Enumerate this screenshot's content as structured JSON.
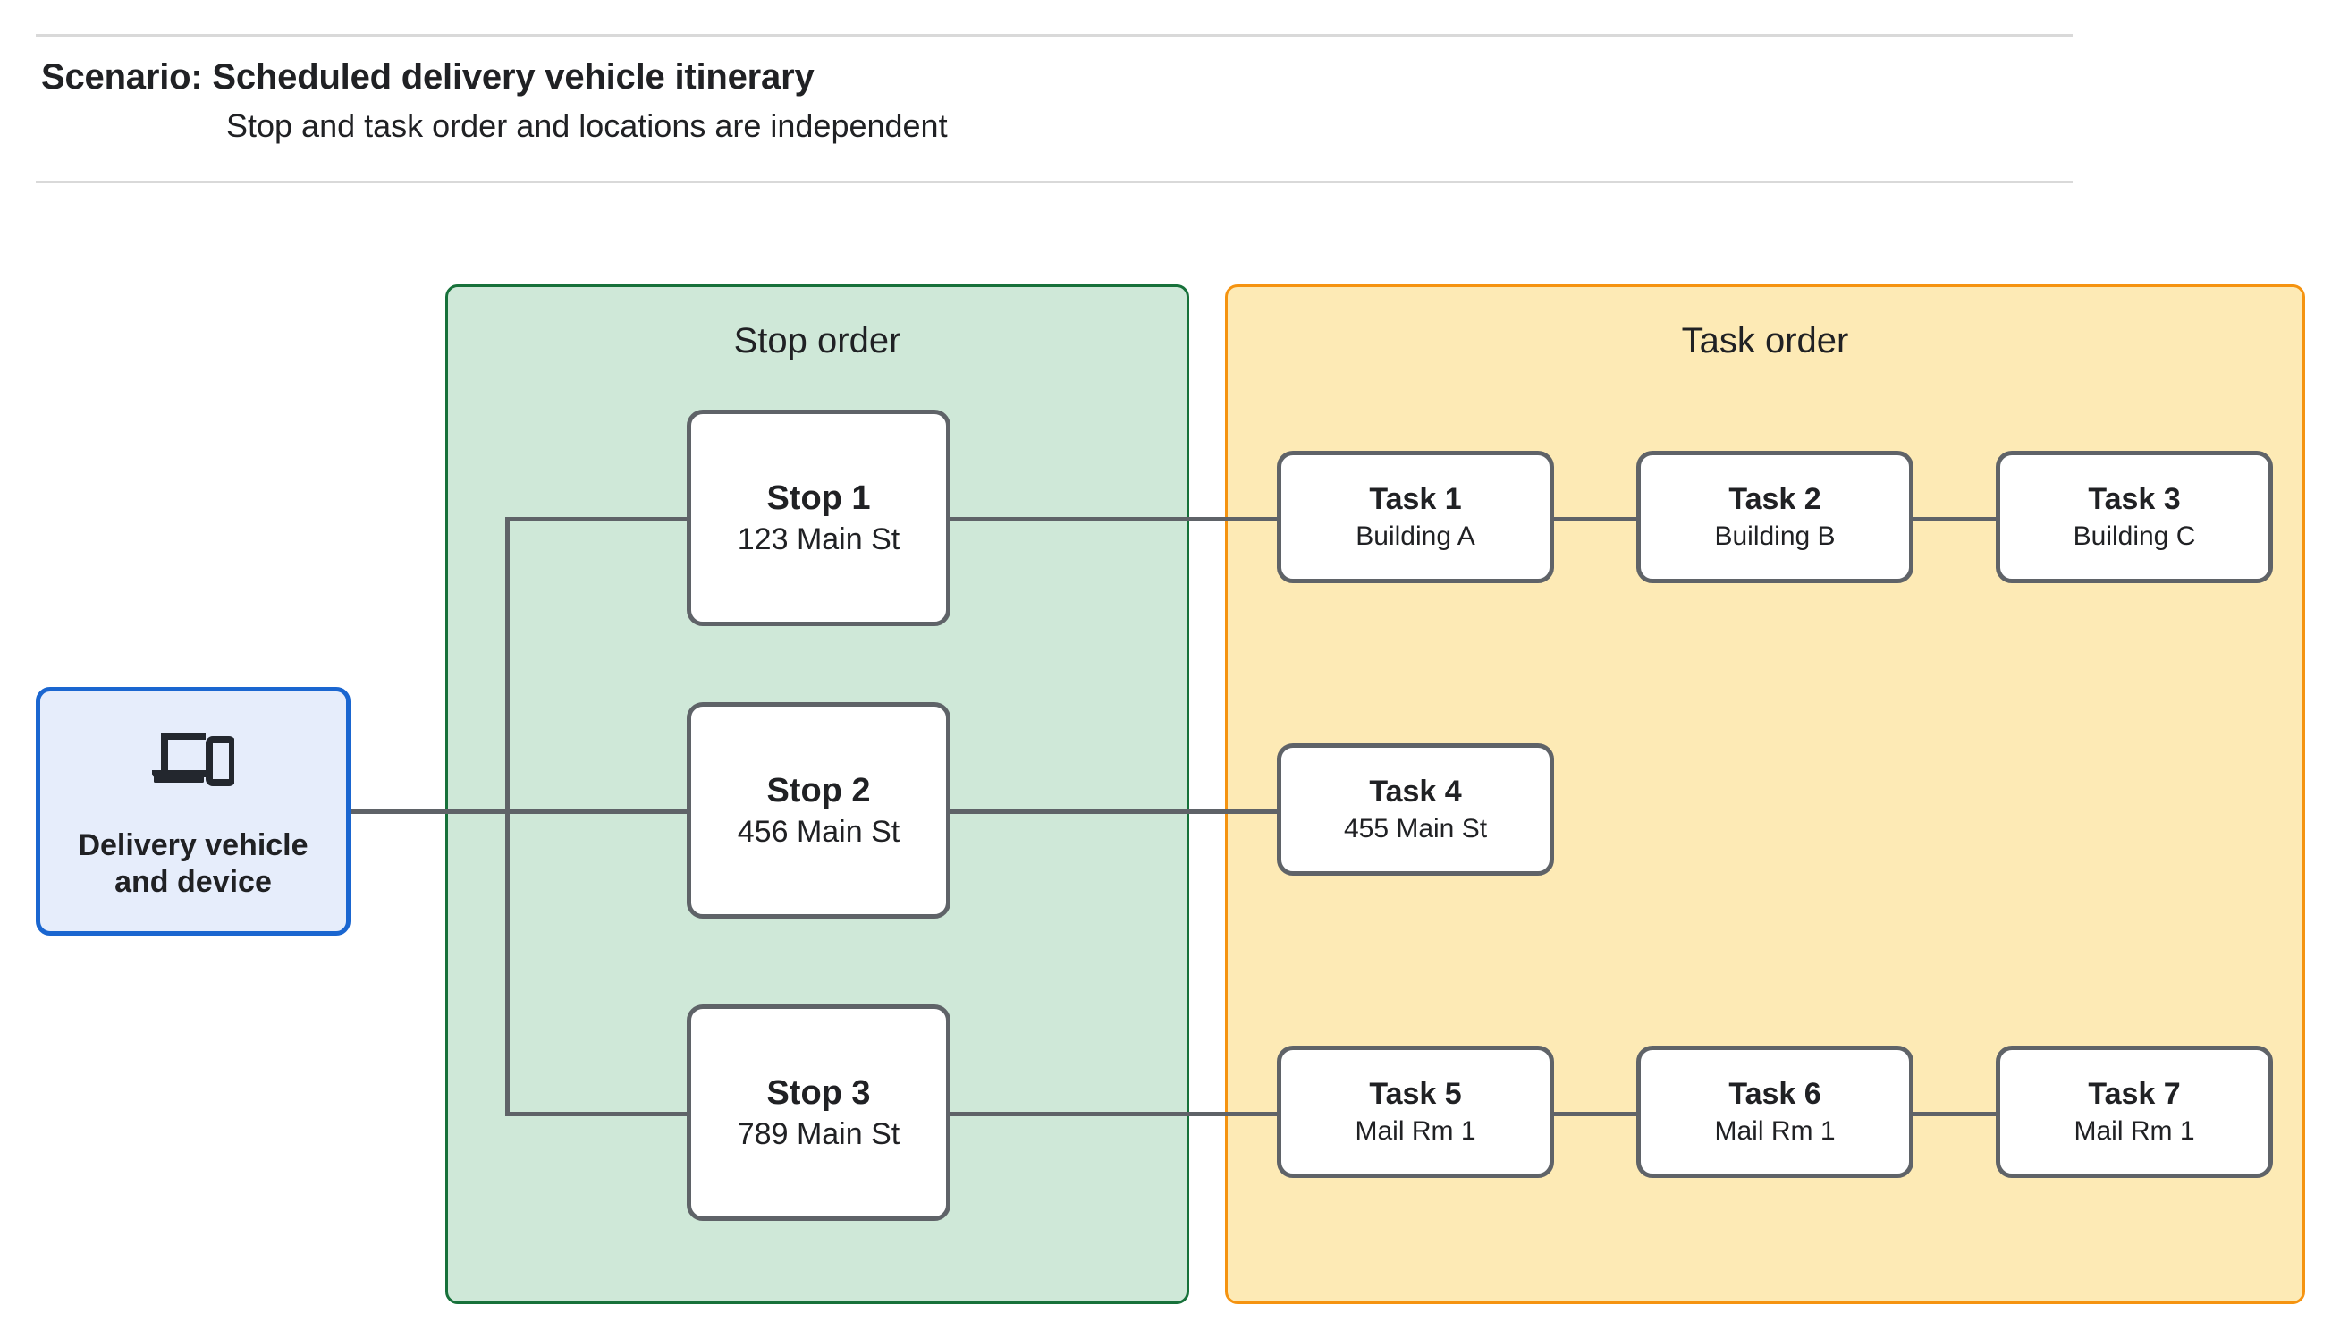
{
  "header": {
    "title": "Scenario: Scheduled delivery vehicle itinerary",
    "subtitle": "Stop and task order and locations are independent"
  },
  "vehicle": {
    "label": "Delivery vehicle\nand device",
    "icon": "devices-laptop-phone-icon",
    "border_color": "#1a66d0",
    "fill_color": "#e6edfb"
  },
  "stop_group": {
    "title": "Stop order",
    "fill_color": "#cfe8d8",
    "border_color": "#17713a",
    "stops": [
      {
        "title": "Stop 1",
        "address": "123 Main St"
      },
      {
        "title": "Stop 2",
        "address": "456 Main St"
      },
      {
        "title": "Stop 3",
        "address": "789 Main St"
      }
    ]
  },
  "task_group": {
    "title": "Task order",
    "fill_color": "#fdeab5",
    "border_color": "#f59310",
    "rows": [
      {
        "tasks": [
          {
            "title": "Task 1",
            "location": "Building A"
          },
          {
            "title": "Task 2",
            "location": "Building B"
          },
          {
            "title": "Task 3",
            "location": "Building C"
          }
        ]
      },
      {
        "tasks": [
          {
            "title": "Task 4",
            "location": "455 Main St"
          }
        ]
      },
      {
        "tasks": [
          {
            "title": "Task 5",
            "location": "Mail Rm 1"
          },
          {
            "title": "Task 6",
            "location": "Mail Rm 1"
          },
          {
            "title": "Task 7",
            "location": "Mail Rm 1"
          }
        ]
      }
    ]
  },
  "connector_color": "#5f6368",
  "divider_color": "#d9d9d9"
}
